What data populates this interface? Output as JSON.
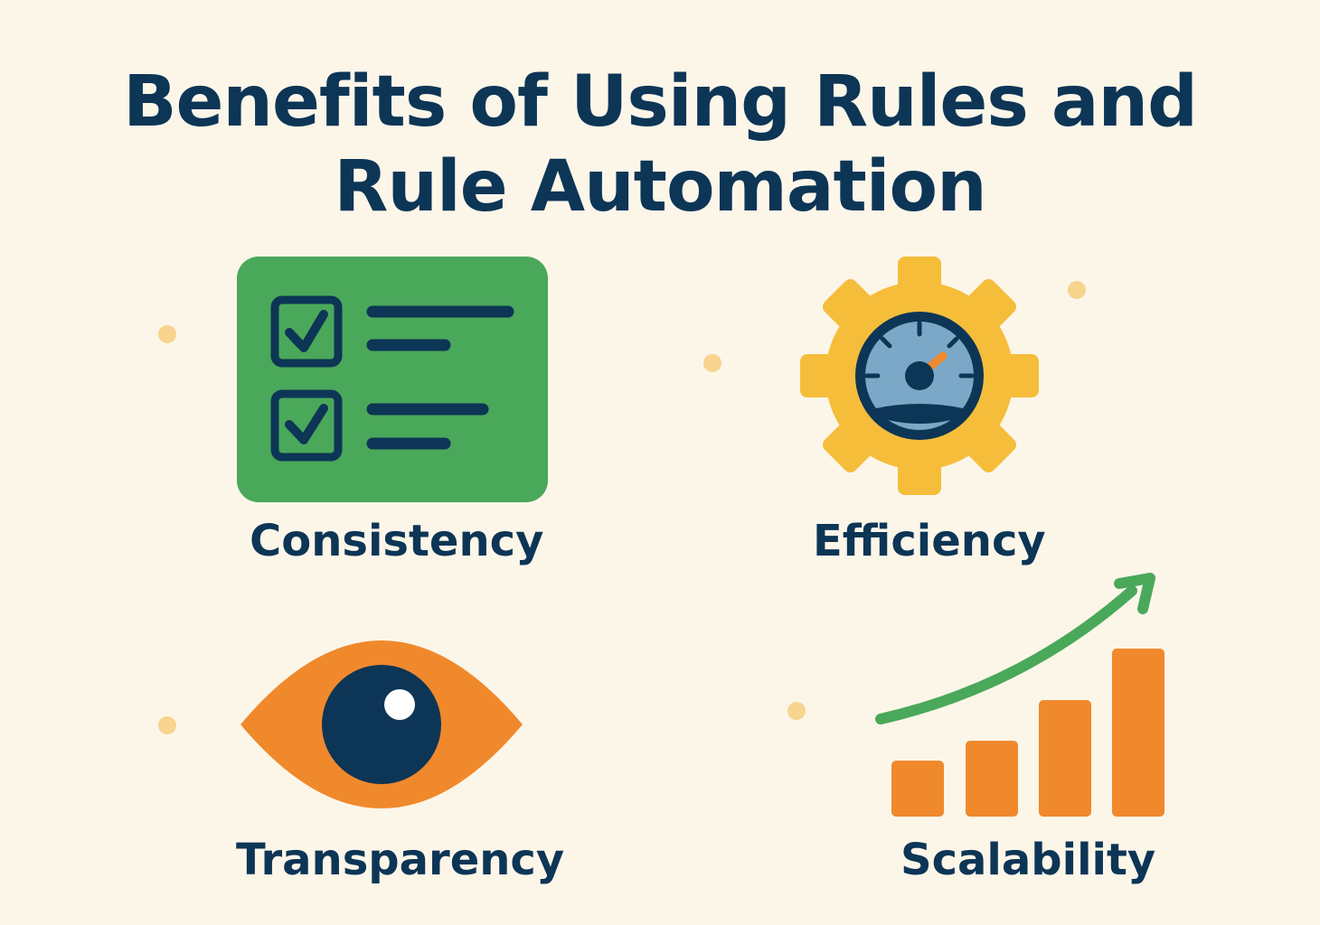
{
  "title": {
    "line1": "Benefits of Using Rules and",
    "line2": "Rule Automation"
  },
  "benefits": [
    {
      "label": "Consistency",
      "icon": "checklist-icon"
    },
    {
      "label": "Efficiency",
      "icon": "gear-speedometer-icon"
    },
    {
      "label": "Transparency",
      "icon": "eye-icon"
    },
    {
      "label": "Scalability",
      "icon": "growth-bar-chart-icon"
    }
  ],
  "colors": {
    "background": "#fcf6e9",
    "navy": "#0d3556",
    "green": "#4aa85a",
    "yellow": "#f5bd3a",
    "orange": "#f0892c",
    "blue": "#7ba8c6",
    "dot": "#f8d48e"
  }
}
